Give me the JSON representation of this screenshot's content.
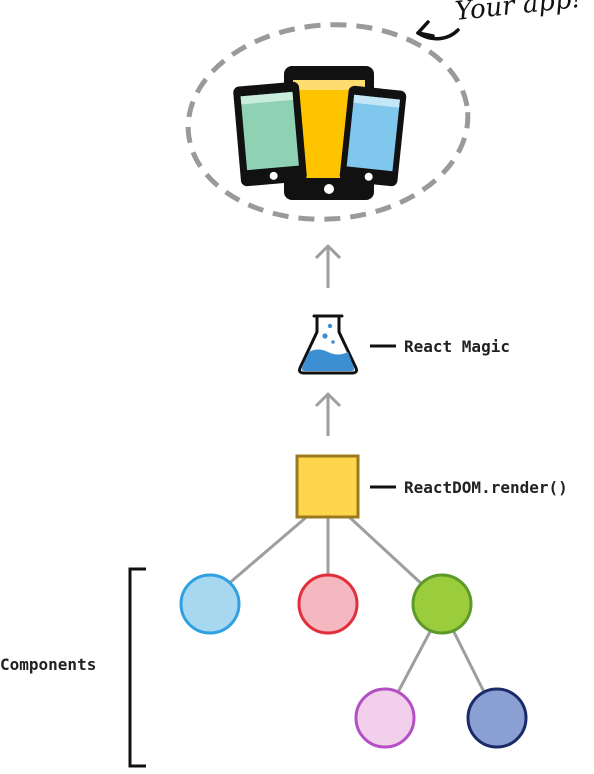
{
  "labels": {
    "your_app": "Your app!",
    "react_magic": "React Magic",
    "reactdom_render": "ReactDOM.render()",
    "components": "Components"
  },
  "colors": {
    "arrow_gray": "#9e9e9e",
    "dashed_circle": "#9a9a9a",
    "tablet_body": "#111111",
    "tablet_green": "#8fd1b3",
    "tablet_yellow": "#ffc400",
    "tablet_blue": "#7fc7ec",
    "flask_liquid": "#3d8fd4",
    "root_square_fill": "#fdd64b",
    "root_square_stroke": "#9a7a1e",
    "node_blue_fill": "#a8d8f0",
    "node_blue_stroke": "#2fa0e0",
    "node_pink_fill": "#f6b8c0",
    "node_pink_stroke": "#e0303c",
    "node_green_fill": "#9acc3c",
    "node_green_stroke": "#5e9a2a",
    "node_lilac_fill": "#f2d0ec",
    "node_lilac_stroke": "#b54fc4",
    "node_navy_fill": "#8aa0d2",
    "node_navy_stroke": "#1b2b6a"
  },
  "icons": {
    "devices": "devices-icon",
    "flask": "flask-icon",
    "curved_arrow": "curved-arrow-icon",
    "up_arrow": "up-arrow-icon"
  }
}
